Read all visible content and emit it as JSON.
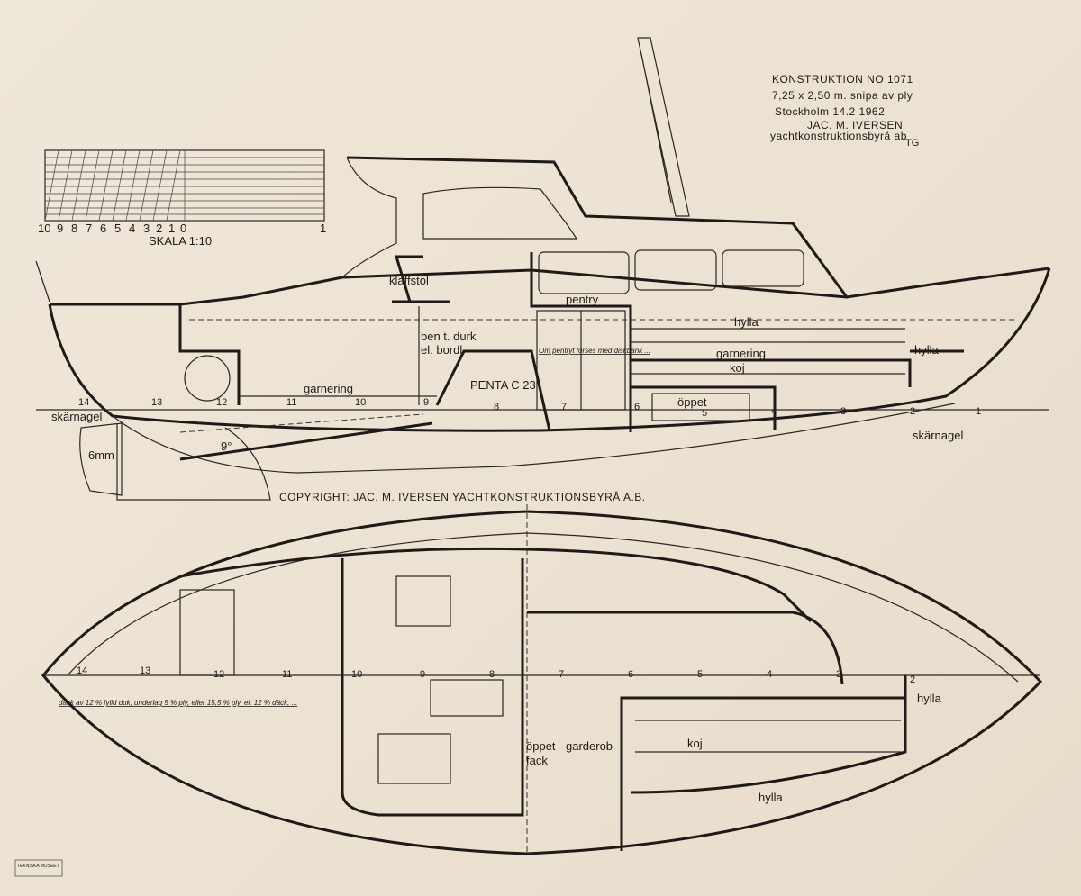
{
  "title_block": {
    "line1": "KONSTRUKTION NO 1071",
    "line2": "7,25 x 2,50 m. snipa av ply",
    "line3": "Stockholm 14.2 1962",
    "line4": "JAC. M. IVERSEN",
    "line5": "yachtkonstruktionsbyrå ab",
    "initials": "TG"
  },
  "scale": {
    "numbers": [
      "10",
      "9",
      "8",
      "7",
      "6",
      "5",
      "4",
      "3",
      "2",
      "1",
      "0"
    ],
    "end": "1",
    "label": "SKALA 1:10"
  },
  "copyright": "COPYRIGHT: JAC. M. IVERSEN YACHTKONSTRUKTIONSBYRÅ A.B.",
  "profile": {
    "klaffstol": "klaffstol",
    "pentry": "pentry",
    "hylla": "hylla",
    "hylla2": "hylla",
    "garnering": "garnering",
    "garnering2": "garnering",
    "koj": "koj",
    "oppet": "öppet",
    "engine": "PENTA C 23",
    "ben1": "ben t. durk",
    "ben2": "el. bordl.",
    "skarnagel_aft": "skärnagel",
    "skarnagel_fwd": "skärnagel",
    "rudder": "6mm",
    "angle": "9°",
    "note": "Om pentryt förses med diskbänk ...",
    "stations": [
      "14",
      "13",
      "12",
      "11",
      "10",
      "9",
      "8",
      "7",
      "6",
      "5",
      "4",
      "3",
      "2",
      "1"
    ]
  },
  "plan": {
    "hylla": "hylla",
    "hylla2": "hylla",
    "koj": "koj",
    "oppet": "öppet",
    "fack": "fack",
    "garderob": "garderob",
    "note": "däck av 12 % fylld duk, underlag 5 % ply, eller 15,5 % ply, el. 12 % däck, ...",
    "stations": [
      "14",
      "13",
      "12",
      "11",
      "10",
      "9",
      "8",
      "7",
      "6",
      "5",
      "4",
      "3",
      "2"
    ]
  },
  "stamp": "TEKNISKA MUSEET"
}
